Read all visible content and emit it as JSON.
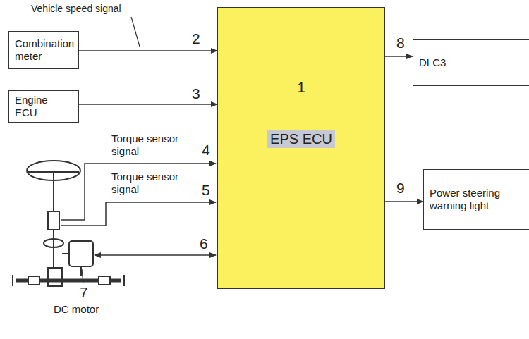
{
  "diagram": {
    "nodes": [
      {
        "text": [
          "Combination meter"
        ]
      },
      {
        "text": [
          "Engine ECU"
        ]
      },
      {
        "text": [
          "1",
          "EPS ECU"
        ]
      },
      {
        "text": [
          "DLC3"
        ]
      },
      {
        "text": [
          "Power steering warning light"
        ]
      }
    ],
    "edges": [
      {
        "from": 0,
        "to": 2,
        "arrow": "to",
        "label": "Vehicle speed signal"
      },
      {
        "from": 1,
        "to": 2,
        "arrow": "to"
      },
      {
        "from": 2,
        "to": 3,
        "arrow": "to"
      },
      {
        "from": 2,
        "to": 4,
        "arrow": "to"
      }
    ],
    "labels": [
      "2",
      "3",
      "4",
      "5",
      "6",
      "7",
      "8",
      "9",
      "Torque sensor signal",
      "Torque sensor signal",
      "DC motor"
    ]
  }
}
